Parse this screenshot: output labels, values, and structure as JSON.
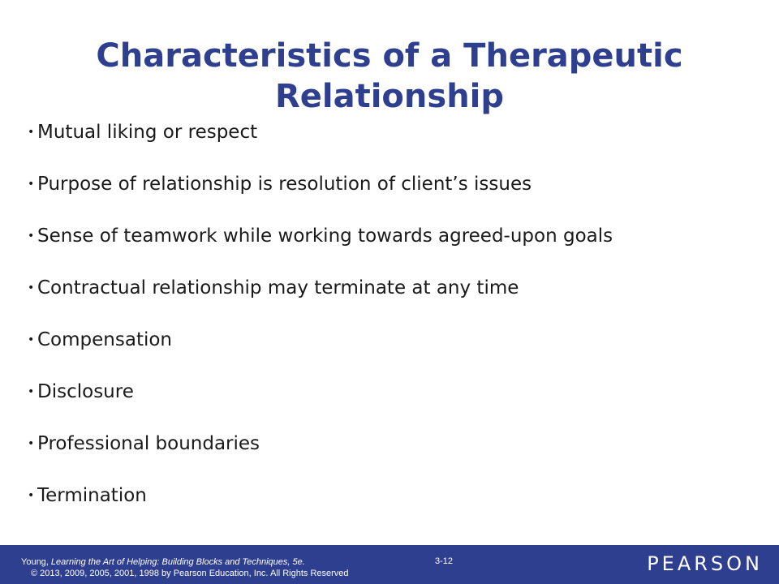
{
  "slide": {
    "title_line1": "Characteristics of a Therapeutic",
    "title_line2": "Relationship",
    "bullets": [
      "Mutual liking or respect",
      "Purpose of relationship is resolution of client’s issues",
      "Sense of teamwork while working towards agreed-upon goals",
      "Contractual relationship may terminate at any time",
      "Compensation",
      "Disclosure",
      "Professional boundaries",
      "Termination"
    ],
    "bullet_glyph": "•"
  },
  "footer": {
    "author": "Young, ",
    "book_title": "Learning the Art of Helping: Building Blocks and Techniques, 5e.",
    "copyright": "© 2013, 2009, 2005, 2001, 1998  by Pearson Education, Inc. All Rights Reserved",
    "slide_number": "3-12",
    "logo": "PEARSON"
  },
  "colors": {
    "title": "#2f3f8f",
    "footer_bg": "#2f3f8f",
    "body_text": "#1a1a1a"
  }
}
